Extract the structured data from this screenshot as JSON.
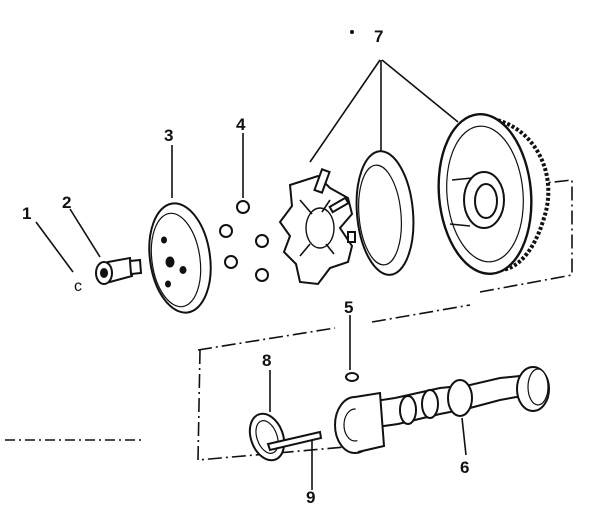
{
  "callouts": {
    "c1": "1",
    "c2": "2",
    "c3": "3",
    "c4": "4",
    "c5": "5",
    "c6": "6",
    "c7": "7",
    "c8": "8",
    "c9": "9"
  },
  "part_mark": "c"
}
